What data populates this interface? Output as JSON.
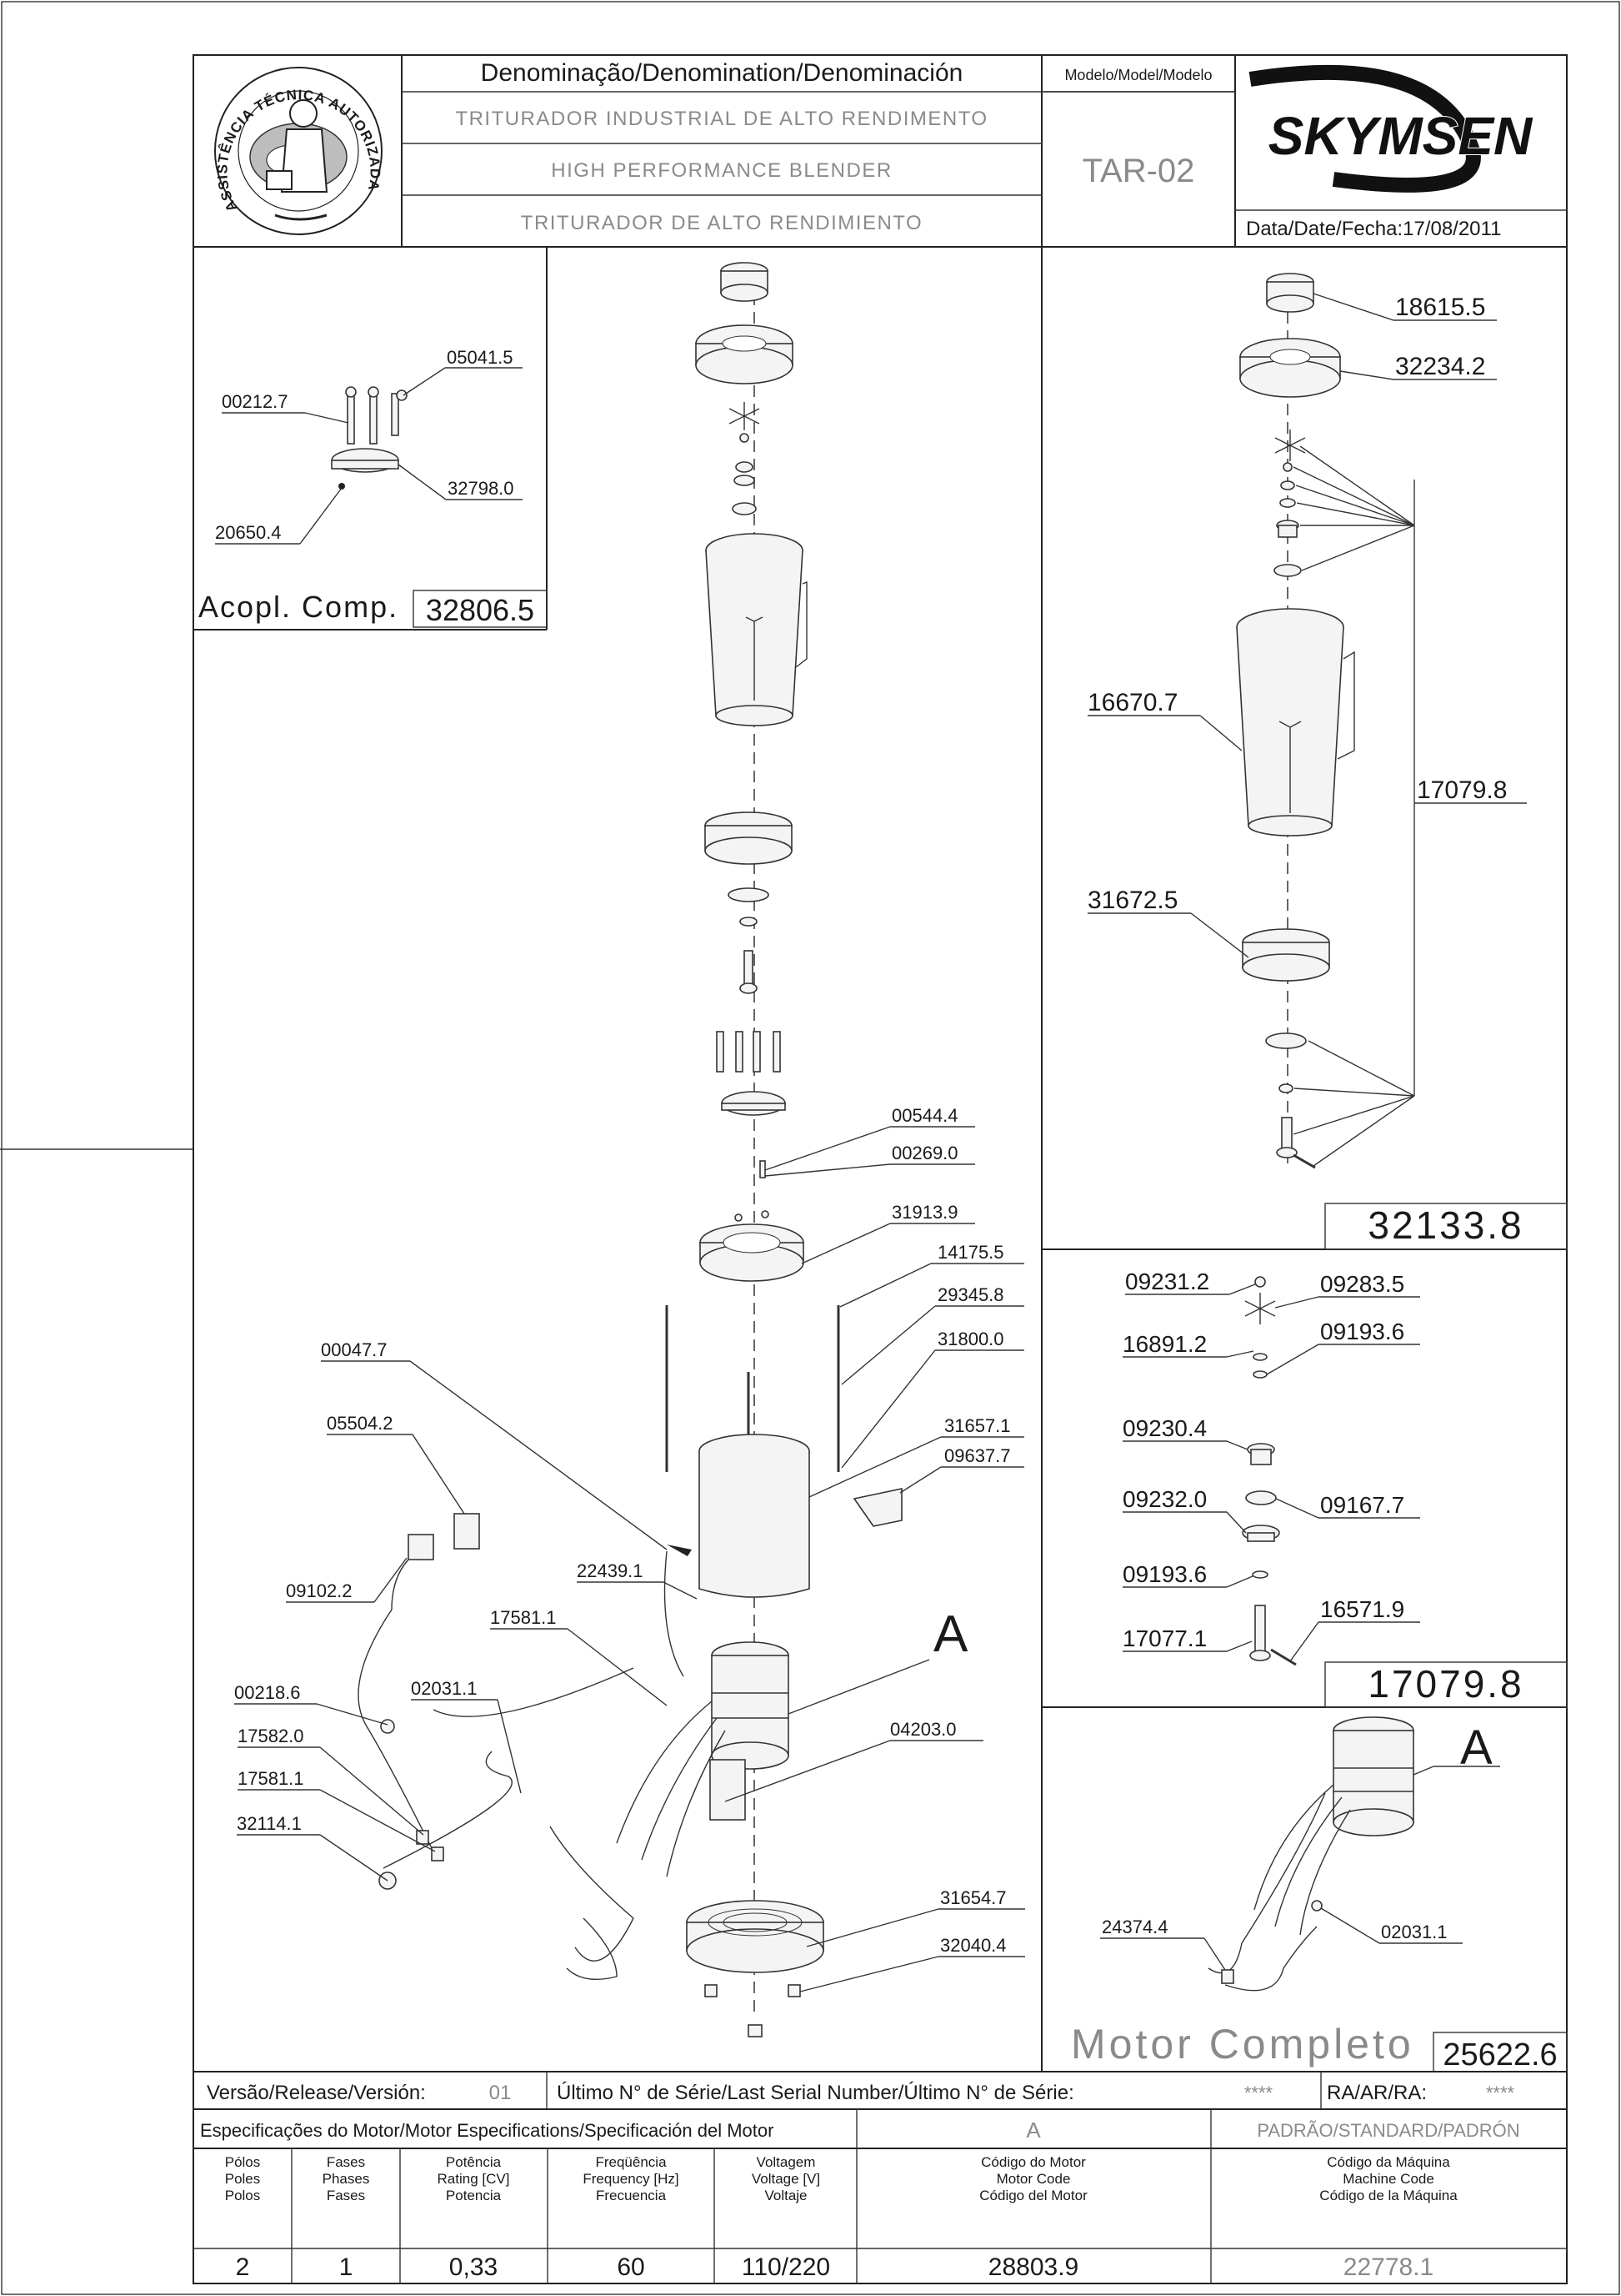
{
  "header": {
    "denomination_label": "Denominação/Denomination/Denominación",
    "name_pt": "TRITURADOR INDUSTRIAL DE ALTO RENDIMENTO",
    "name_en": "HIGH PERFORMANCE BLENDER",
    "name_es": "TRITURADOR DE ALTO RENDIMIENTO",
    "model_label": "Modelo/Model/Modelo",
    "model": "TAR-02",
    "brand": "SKYMSEN",
    "date_label": "Data/Date/Fecha:",
    "date": "17/08/2011",
    "seal_text": "ASSISTÊNCIA TÉCNICA AUTORIZADA"
  },
  "coupling": {
    "labels": [
      "05041.5",
      "00212.7",
      "32798.0",
      "20650.4"
    ],
    "title": "Acopl. Comp.",
    "code": "32806.5"
  },
  "main": {
    "labels": [
      "00544.4",
      "00269.0",
      "31913.9",
      "14175.5",
      "29345.8",
      "31800.0",
      "00047.7",
      "05504.2",
      "31657.1",
      "09637.7",
      "22439.1",
      "09102.2",
      "17581.1",
      "02031.1",
      "00218.6",
      "17582.0",
      "17581.1",
      "32114.1",
      "04203.0",
      "31654.7",
      "32040.4"
    ],
    "detail_letter": "A"
  },
  "jar": {
    "labels": [
      "18615.5",
      "32234.2",
      "16670.7",
      "17079.8",
      "31672.5"
    ],
    "code": "32133.8"
  },
  "blade": {
    "labels": [
      "09231.2",
      "09283.5",
      "16891.2",
      "09193.6",
      "09230.4",
      "09232.0",
      "09167.7",
      "09193.6",
      "16571.9",
      "17077.1"
    ],
    "code": "17079.8"
  },
  "motor": {
    "detail_letter": "A",
    "labels": [
      "24374.4",
      "02031.1"
    ],
    "title": "Motor Completo",
    "code": "25622.6"
  },
  "footer": {
    "release_label": "Versão/Release/Versión:",
    "release": "01",
    "serial_label": "Último N° de Série/Last Serial Number/Último N° de Série:",
    "serial": "****",
    "ra_label": "RA/AR/RA:",
    "ra": "****",
    "spec_label": "Especificações do Motor/Motor Especifications/Specificación del Motor",
    "spec_value": "A",
    "standard_label": "PADRÃO/STANDARD/PADRÓN",
    "columns": [
      {
        "lines": [
          "Pólos",
          "Poles",
          "Polos"
        ],
        "value": "2"
      },
      {
        "lines": [
          "Fases",
          "Phases",
          "Fases"
        ],
        "value": "1"
      },
      {
        "lines": [
          "Potência",
          "Rating [CV]",
          "Potencia"
        ],
        "value": "0,33"
      },
      {
        "lines": [
          "Freqüência",
          "Frequency [Hz]",
          "Frecuencia"
        ],
        "value": "60"
      },
      {
        "lines": [
          "Voltagem",
          "Voltage [V]",
          "Voltaje"
        ],
        "value": "110/220"
      },
      {
        "lines": [
          "Código do Motor",
          "Motor Code",
          "Código del Motor"
        ],
        "value": "28803.9"
      },
      {
        "lines": [
          "Código da Máquina",
          "Machine Code",
          "Código de la Máquina"
        ],
        "value": "22778.1"
      }
    ]
  },
  "colors": {
    "line": "#222222",
    "muted_text": "#8a8a8a"
  }
}
